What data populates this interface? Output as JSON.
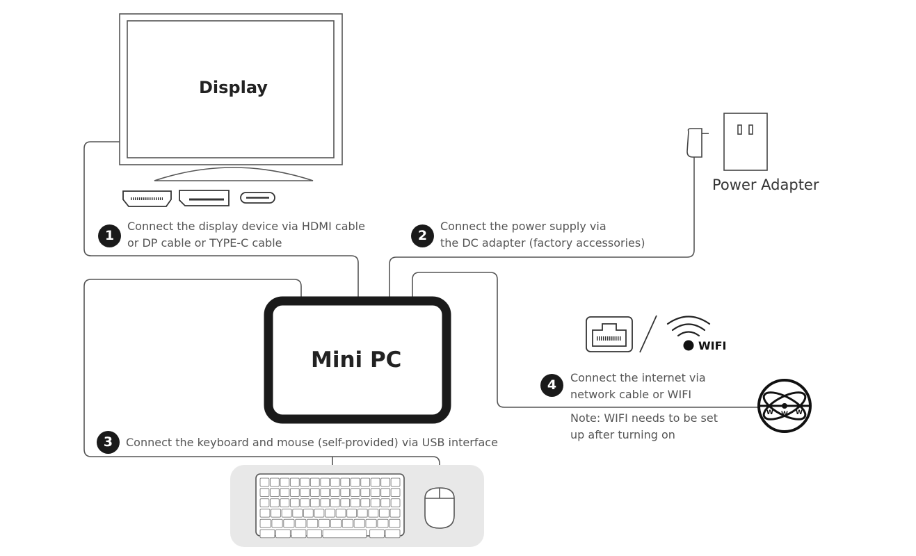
{
  "display": {
    "label": "Display"
  },
  "mini_pc": {
    "label": "Mini PC"
  },
  "power_adapter": {
    "label": "Power Adapter"
  },
  "wifi": {
    "label": "WIFI"
  },
  "steps": [
    {
      "number": "1",
      "lines": [
        "Connect the display device via HDMI cable",
        "or DP cable or TYPE-C cable"
      ]
    },
    {
      "number": "2",
      "lines": [
        "Connect the power supply via",
        "the DC adapter (factory accessories)"
      ]
    },
    {
      "number": "3",
      "lines": [
        "Connect the keyboard and mouse (self-provided) via USB interface"
      ]
    },
    {
      "number": "4",
      "lines": [
        "Connect the internet via",
        "network cable or WIFI"
      ]
    }
  ],
  "note": {
    "lines": [
      "Note: WIFI needs to be set",
      "up after turning on"
    ]
  },
  "globe": {
    "letters": [
      "W",
      "W",
      "W"
    ]
  },
  "colors": {
    "line": "#555555",
    "pc_frame": "#1a1a1a",
    "badge": "#1a1a1a",
    "tray": "#e6e6e6"
  },
  "icons": [
    "monitor-icon",
    "hdmi-port-icon",
    "displayport-icon",
    "usb-c-port-icon",
    "dc-plug-icon",
    "wall-socket-icon",
    "ethernet-port-icon",
    "wifi-icon",
    "globe-www-icon",
    "keyboard-icon",
    "mouse-icon"
  ]
}
